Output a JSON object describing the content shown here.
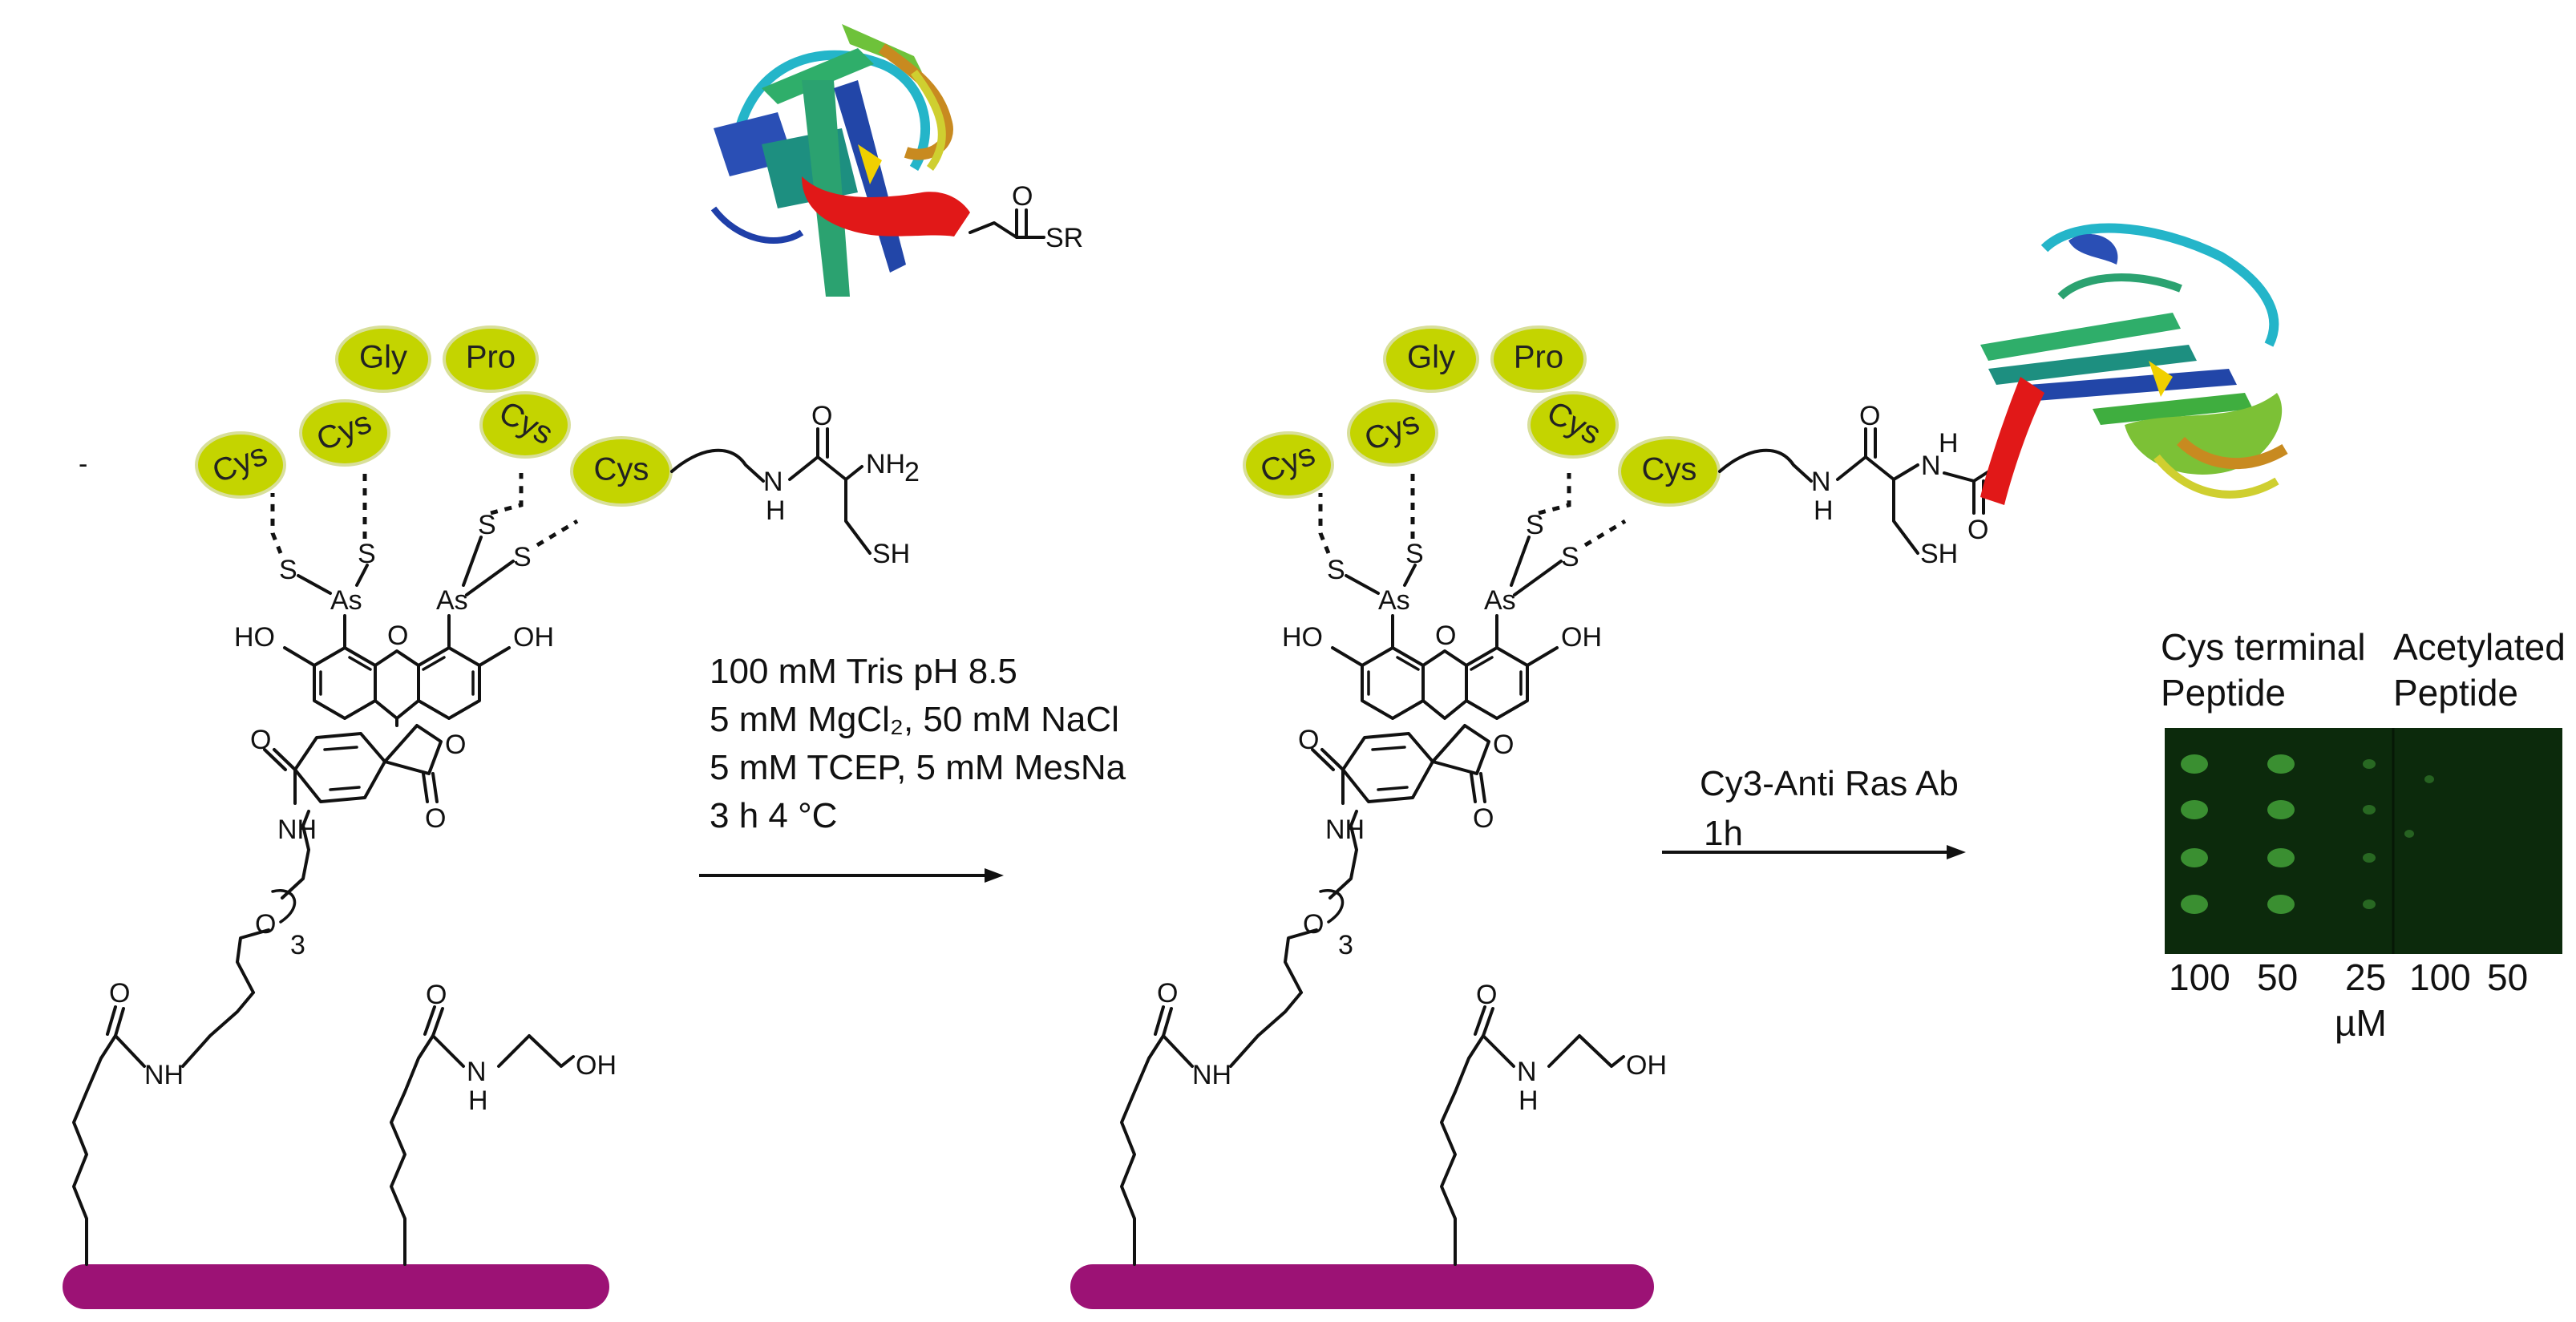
{
  "colors": {
    "surface": "#9c1275",
    "residue_fill": "#c4d400",
    "residue_stroke": "#d8df9a",
    "array_bg": "#0c2a0c",
    "spot": "#3f9a35"
  },
  "left_construct": {
    "residues": {
      "cys1": "Cys",
      "cys2": "Cys",
      "gly": "Gly",
      "pro": "Pro",
      "cys3": "Cys",
      "cys4": "Cys"
    },
    "atoms": {
      "as_left": "As",
      "as_right": "As",
      "s1": "S",
      "s2": "S",
      "s3": "S",
      "s4": "S",
      "ho": "HO",
      "oh": "OH",
      "o_ring": "O",
      "o_lactone": "O",
      "o_carbonyl": "O",
      "nh_amide": "NH",
      "o_peg": "O",
      "peg_n": "3",
      "o_linker": "O",
      "nh_linker": "NH",
      "o_eth": "O",
      "nh_eth": "N",
      "h_eth": "H",
      "oh_eth": "OH",
      "o_cys": "O",
      "nh_cys": "N",
      "h_cys": "H",
      "nh2": "NH",
      "nh2_sub": "2",
      "sh": "SH"
    },
    "thioester": {
      "o": "O",
      "sr": "SR"
    }
  },
  "reaction_conditions": [
    "100 mM Tris pH 8.5",
    "5 mM MgCl₂, 50 mM NaCl",
    "5 mM TCEP, 5 mM MesNa",
    "3 h 4 °C"
  ],
  "right_construct": {
    "residues": {
      "cys1": "Cys",
      "cys2": "Cys",
      "gly": "Gly",
      "pro": "Pro",
      "cys3": "Cys",
      "cys4": "Cys"
    },
    "atoms": {
      "as_left": "As",
      "as_right": "As",
      "s1": "S",
      "s2": "S",
      "s3": "S",
      "s4": "S",
      "ho": "HO",
      "oh": "OH",
      "o_ring": "O",
      "o_lactone": "O",
      "o_carbonyl": "O",
      "nh_amide": "NH",
      "o_peg": "O",
      "peg_n": "3",
      "o_linker": "O",
      "nh_linker": "NH",
      "o_eth": "O",
      "nh_eth": "N",
      "h_eth": "H",
      "oh_eth": "OH",
      "o_cys": "O",
      "nh_cys": "N",
      "h_cys": "H",
      "nh_ligation": "N",
      "h_ligation": "H",
      "o_ligation": "O",
      "sh": "SH"
    }
  },
  "detection": {
    "line1": "Cy3-Anti Ras Ab",
    "line2": "1h"
  },
  "array": {
    "group1_title": [
      "Cys terminal",
      "Peptide"
    ],
    "group2_title": [
      "Acetylated",
      "Peptide"
    ],
    "concentrations": [
      "100",
      "50",
      "25",
      "100",
      "50"
    ],
    "unit": "µM",
    "stray_mark": "-"
  }
}
